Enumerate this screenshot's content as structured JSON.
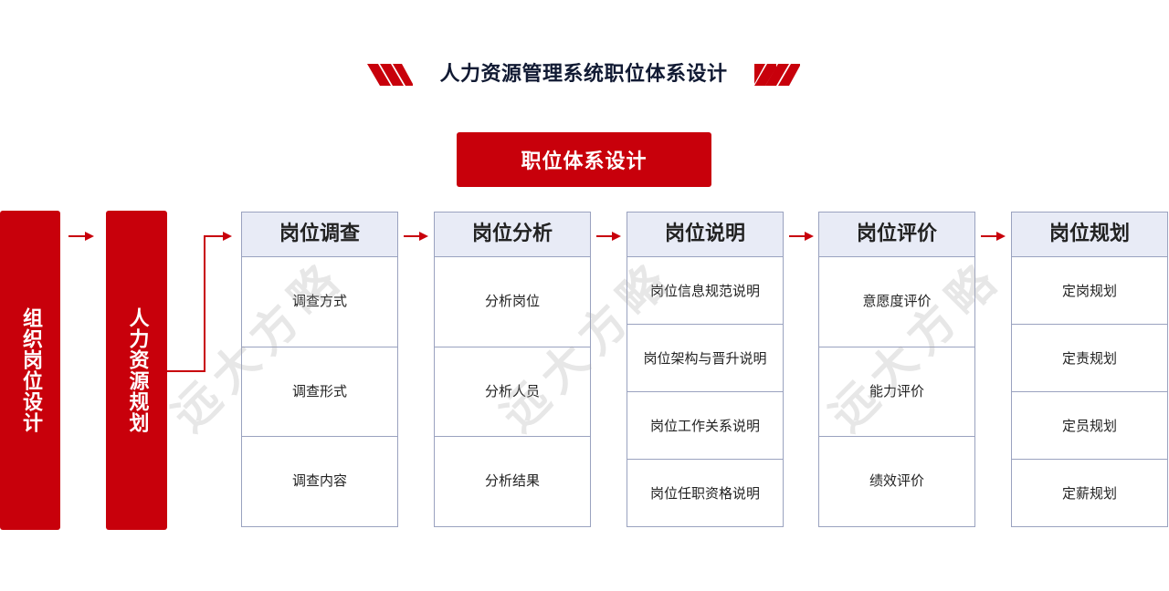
{
  "title": "人力资源管理系统职位体系设计",
  "top_box": "职位体系设计",
  "left_bars": [
    "组织岗位设计",
    "人力资源规划"
  ],
  "columns": [
    {
      "header": "岗位调查",
      "items": [
        "调查方式",
        "调查形式",
        "调查内容"
      ]
    },
    {
      "header": "岗位分析",
      "items": [
        "分析岗位",
        "分析人员",
        "分析结果"
      ]
    },
    {
      "header": "岗位说明",
      "items": [
        "岗位信息规范说明",
        "岗位架构与晋升说明",
        "岗位工作关系说明",
        "岗位任职资格说明"
      ]
    },
    {
      "header": "岗位评价",
      "items": [
        "意愿度评价",
        "能力评价",
        "绩效评价"
      ]
    },
    {
      "header": "岗位规划",
      "items": [
        "定岗规划",
        "定责规划",
        "定员规划",
        "定薪规划"
      ]
    }
  ],
  "watermark": "远大方略",
  "colors": {
    "accent": "#c8000b",
    "header_bg": "#e8ebf6",
    "border": "#9aa2bf",
    "title": "#111a33"
  }
}
